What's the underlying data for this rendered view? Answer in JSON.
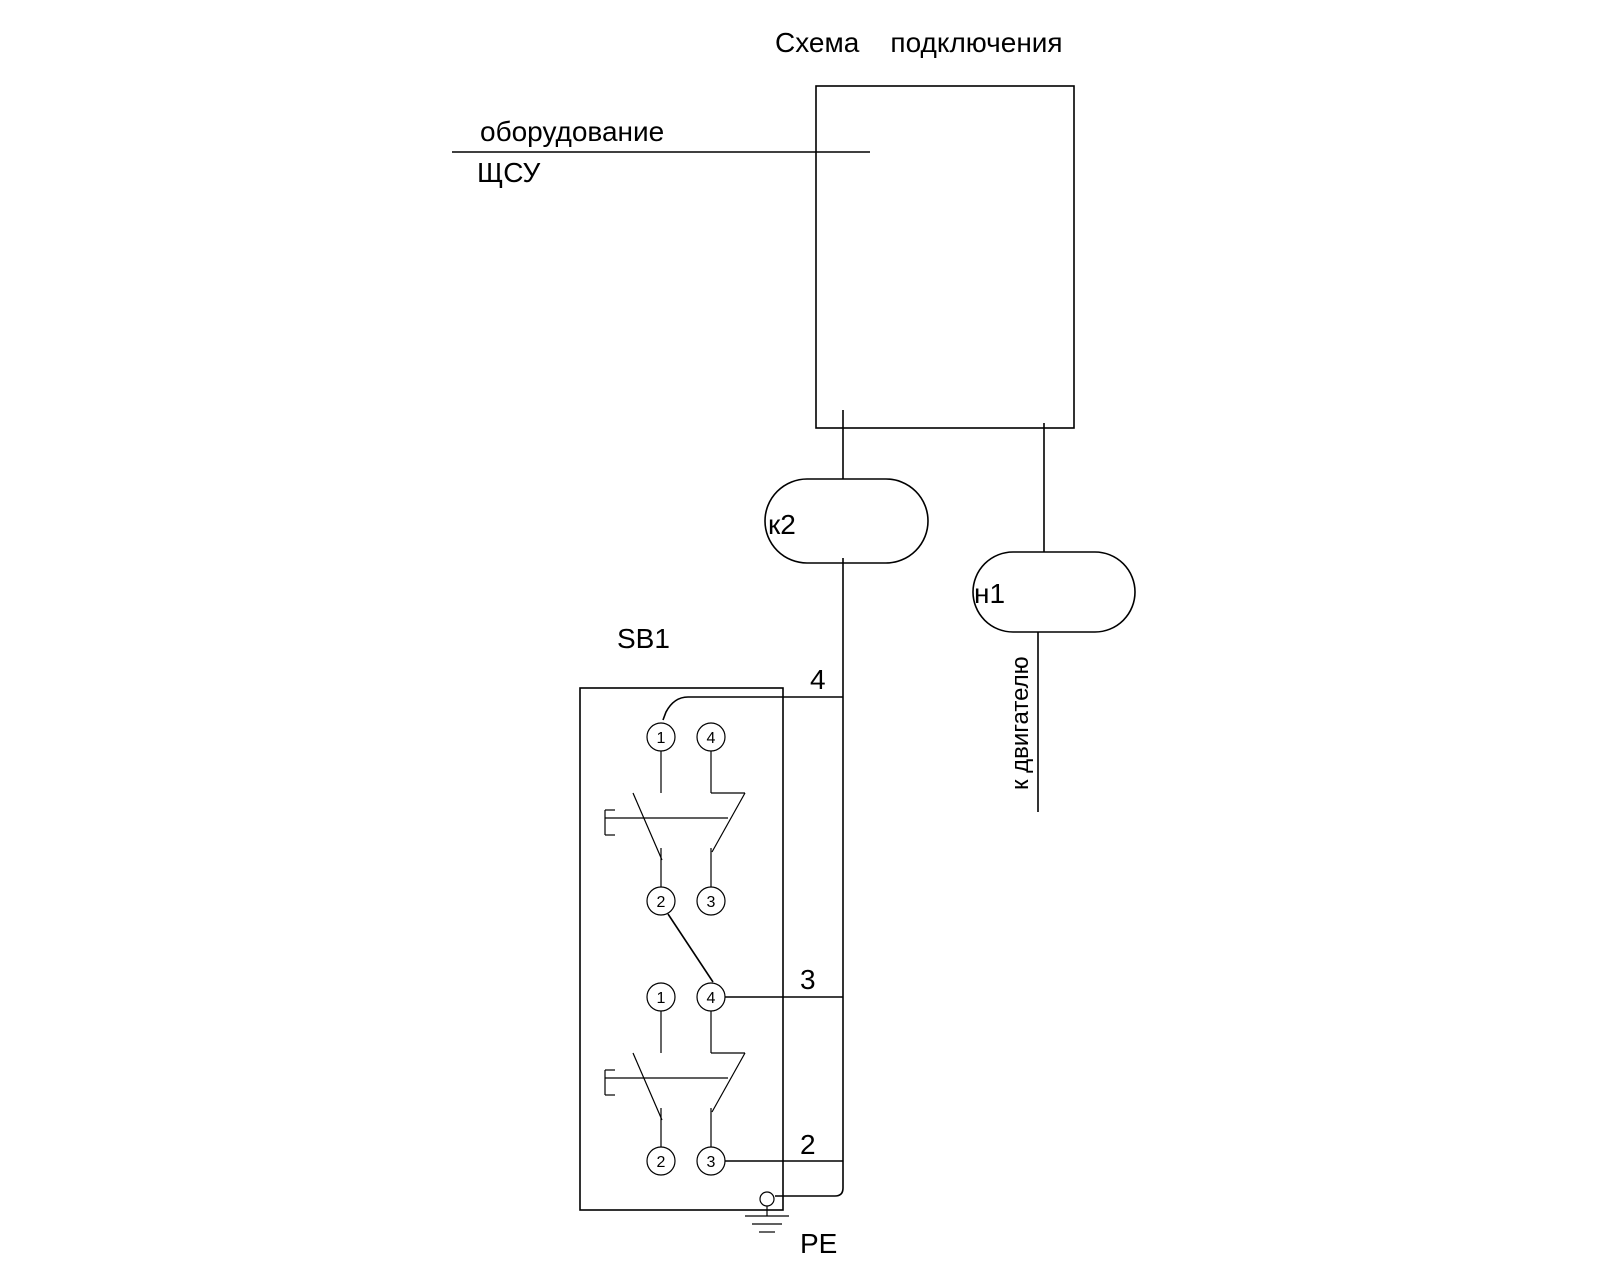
{
  "title": "Схема    подключения",
  "equipment_label": "оборудование",
  "panel_label": "ЩСУ",
  "sb1_label": "SB1",
  "k2_label": "к2",
  "n1_label": "н1",
  "motor_label": "к двигателю",
  "pe_label": "PE",
  "wire_labels": {
    "w4": "4",
    "w3": "3",
    "w2": "2"
  },
  "upper_switch_terminals": {
    "t1": "1",
    "t4": "4",
    "t2": "2",
    "t3": "3"
  },
  "lower_switch_terminals": {
    "t1": "1",
    "t4": "4",
    "t2": "2",
    "t3": "3"
  }
}
